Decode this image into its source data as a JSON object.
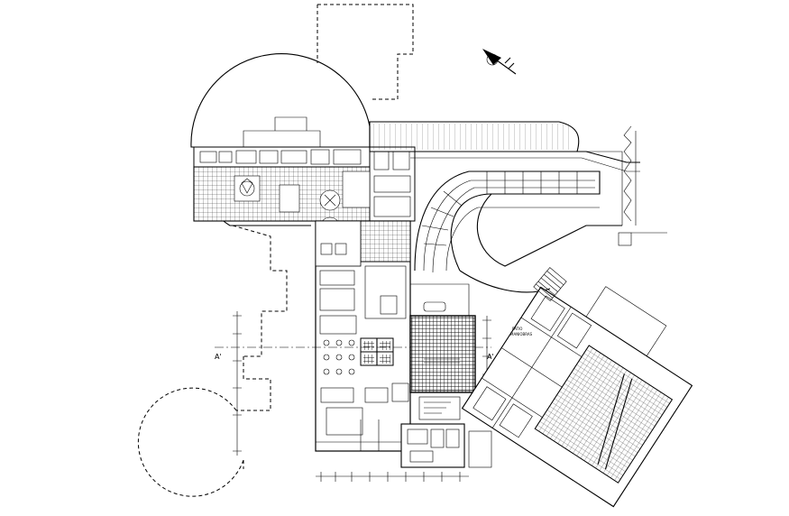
{
  "drawing": {
    "section_marker_left": "A'",
    "section_marker_right": "A'",
    "parking_label_line1": "PATIO",
    "parking_label_line2": "MANIOBRAS"
  },
  "icons": {
    "north_arrow": "north-arrow-icon"
  }
}
